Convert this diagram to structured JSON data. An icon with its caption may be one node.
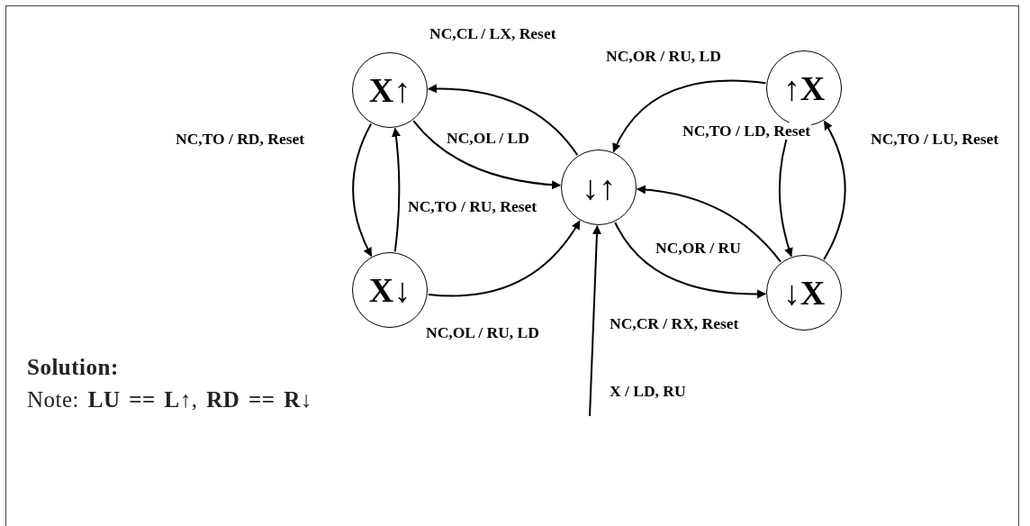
{
  "diagram": {
    "nodes": [
      {
        "text": [
          "X↑"
        ]
      },
      {
        "text": [
          "↑X"
        ]
      },
      {
        "text": [
          "↓↑"
        ]
      },
      {
        "text": [
          "X↓"
        ]
      },
      {
        "text": [
          "↓X"
        ]
      }
    ],
    "edges": [
      {
        "from": 2,
        "to": 0,
        "arrow": "to",
        "label": "NC,CL / LX, Reset"
      },
      {
        "from": 0,
        "to": 2,
        "arrow": "to",
        "label": "NC,OL / LD"
      },
      {
        "from": 0,
        "to": 3,
        "arrow": "to",
        "label": "NC,TO / RD, Reset"
      },
      {
        "from": 3,
        "to": 0,
        "arrow": "to",
        "label": "NC,TO / RU, Reset"
      },
      {
        "from": 3,
        "to": 2,
        "arrow": "to",
        "label": "NC,OL / RU, LD"
      },
      {
        "from": 1,
        "to": 2,
        "arrow": "to",
        "label": "NC,OR / RU, LD"
      },
      {
        "from": 1,
        "to": 4,
        "arrow": "to",
        "label": "NC,TO / LD, Reset"
      },
      {
        "from": 4,
        "to": 1,
        "arrow": "to",
        "label": "NC,TO / LU, Reset"
      },
      {
        "from": 4,
        "to": 2,
        "arrow": "to",
        "label": "NC,OR / RU"
      },
      {
        "from": 2,
        "to": 4,
        "arrow": "to",
        "label": "NC,CR / RX, Reset"
      },
      {
        "from": null,
        "to": 2,
        "arrow": "to",
        "label": "X / LD, RU"
      }
    ],
    "labels": [
      "Solution:",
      "Note: **LU == L↑**, **RD == R↓**"
    ]
  }
}
